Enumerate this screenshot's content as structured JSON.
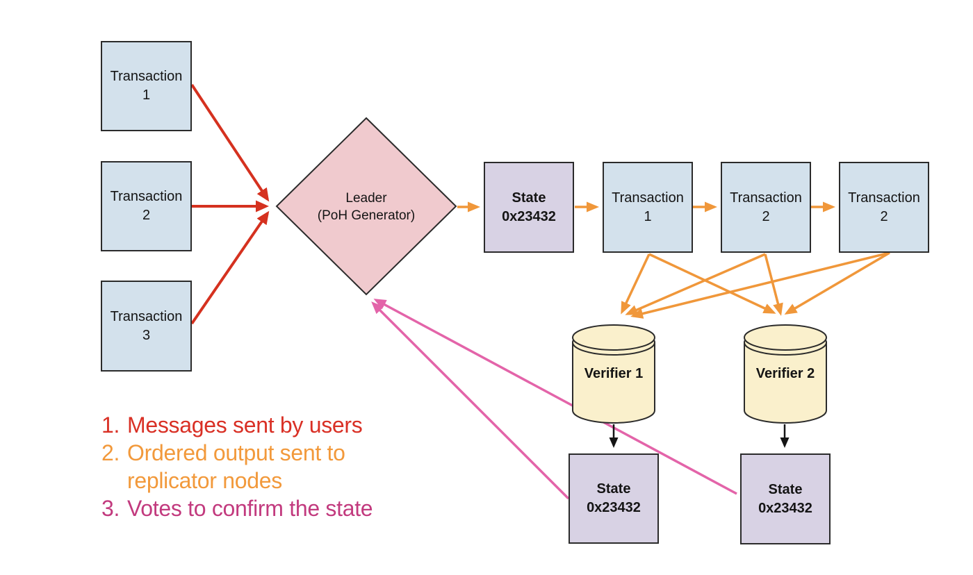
{
  "nodes": {
    "left_transactions": [
      {
        "line1": "Transaction",
        "line2": "1"
      },
      {
        "line1": "Transaction",
        "line2": "2"
      },
      {
        "line1": "Transaction",
        "line2": "3"
      }
    ],
    "leader": {
      "line1": "Leader",
      "line2": "(PoH Generator)"
    },
    "chain": [
      {
        "line1": "State",
        "line2": "0x23432"
      },
      {
        "line1": "Transaction",
        "line2": "1"
      },
      {
        "line1": "Transaction",
        "line2": "2"
      },
      {
        "line1": "Transaction",
        "line2": "2"
      }
    ],
    "verifiers": [
      {
        "label": "Verifier 1"
      },
      {
        "label": "Verifier 2"
      }
    ],
    "bottom_states": [
      {
        "line1": "State",
        "line2": "0x23432"
      },
      {
        "line1": "State",
        "line2": "0x23432"
      }
    ]
  },
  "legend": {
    "items": [
      {
        "number": "1.",
        "text": "Messages sent by users",
        "color": "#d93025"
      },
      {
        "number": "2.",
        "text": "Ordered output sent to\nreplicator nodes",
        "color": "#f2993b"
      },
      {
        "number": "3.",
        "text": "Votes to confirm the state",
        "color": "#c23a7e"
      }
    ]
  },
  "colors": {
    "transaction_box_fill": "#d3e1ec",
    "leader_diamond_fill": "#f0cace",
    "state_box_fill": "#d8d2e4",
    "verifier_cylinder_fill": "#faf0cc",
    "arrow_messages": "#d5311f",
    "arrow_ordered_output": "#f0973a",
    "arrow_votes": "#e364a9",
    "arrow_commit": "#151515",
    "shape_border": "#2b2b2b"
  }
}
